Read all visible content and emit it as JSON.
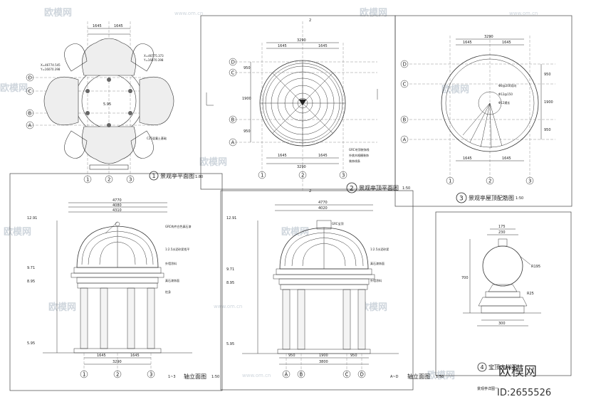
{
  "watermark": {
    "brand": "欧模网",
    "url": "www.om.cn"
  },
  "footer": {
    "brand": "欧模网",
    "id": "ID:2655526",
    "sheet_title": "景观亭详图一"
  },
  "drawings": {
    "plan": {
      "title": "景观亭平面图",
      "scale": "1:80",
      "num": "1",
      "dims_top": [
        "1645",
        "1645"
      ],
      "coords": [
        "X=46775.373",
        "Y=16070.398",
        "X=46774.545",
        "Y=16070.398"
      ],
      "elev": "5.95",
      "note": "C25混凝土基础",
      "axes_left": [
        "D",
        "C",
        "B",
        "A"
      ],
      "axes_bottom": [
        "1",
        "2",
        "3"
      ]
    },
    "roof": {
      "title": "景观亭顶平面图",
      "scale": "1:50",
      "num": "2",
      "dims_top": [
        "3290",
        "1645",
        "1645"
      ],
      "dims_bottom": [
        "1645",
        "1645",
        "3290"
      ],
      "dims_left": [
        "950",
        "1900",
        "950"
      ],
      "axes_left": [
        "D",
        "C",
        "B",
        "A"
      ],
      "axes_bottom": [
        "1",
        "2",
        "3"
      ],
      "section": "2",
      "notes": [
        "GRC穹顶装饰线",
        "外挑木格栅装饰",
        "装饰线条"
      ]
    },
    "rebar": {
      "title": "景观亭屋顶配筋图",
      "scale": "1:50",
      "num": "3",
      "dims_top": [
        "3290",
        "1645",
        "1645"
      ],
      "dims_bottom": [
        "1645",
        "1645"
      ],
      "dims_left": [
        "950",
        "1900",
        "950"
      ],
      "axes_left": [
        "D",
        "C",
        "B",
        "A"
      ],
      "axes_bottom": [
        "1",
        "2",
        "3"
      ],
      "notes": [
        "Φ8@200双向",
        "Φ12@150",
        "Φ12通长"
      ]
    },
    "elev1": {
      "title": "轴立面图",
      "range": "1~3",
      "scale": "1:50",
      "dims_top": [
        "4770",
        "4080",
        "4310"
      ],
      "dims_bottom": [
        "1645",
        "1645",
        "3290"
      ],
      "levels": [
        "12.91",
        "9.71",
        "8.95",
        "5.95"
      ],
      "axes_bottom": [
        "1",
        "2",
        "3"
      ],
      "notes": [
        "GRC构件白色真石漆",
        "1:2.5水泥砂浆找平",
        "外墙涂料",
        "真石漆饰面",
        "柱身"
      ]
    },
    "elev2": {
      "title": "轴立面图",
      "range": "A~D",
      "scale": "1:50",
      "dims_top": [
        "4770",
        "4020"
      ],
      "dims_bottom": [
        "950",
        "1900",
        "950",
        "3800"
      ],
      "levels": [
        "12.91",
        "9.71",
        "8.95",
        "5.95"
      ],
      "axes_bottom": [
        "A",
        "B",
        "C",
        "D"
      ],
      "notes": [
        "GRC宝顶",
        "1:2.5水泥砂浆",
        "真石漆饰面",
        "外墙涂料"
      ]
    },
    "finial": {
      "title": "宝顶大样图",
      "scale": "",
      "num": "4",
      "dims": [
        "175",
        "230",
        "700",
        "R195",
        "300",
        "R25"
      ]
    }
  }
}
